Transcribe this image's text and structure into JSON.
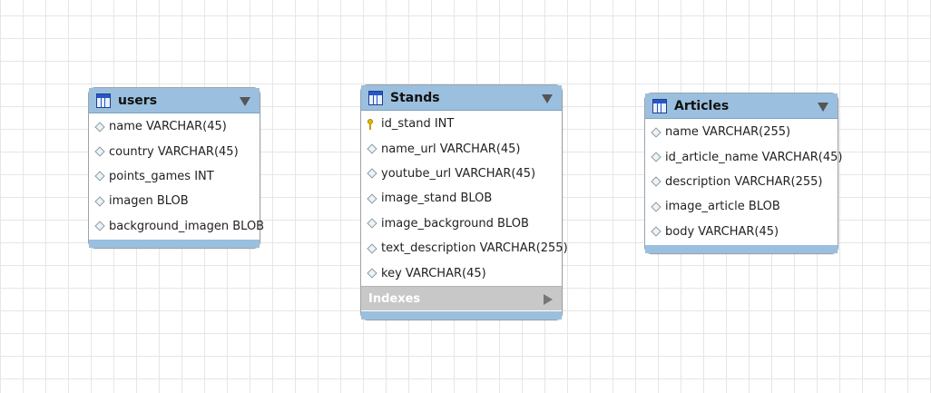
{
  "tables": {
    "users": {
      "title": "users",
      "columns": [
        "name VARCHAR(45)",
        "country VARCHAR(45)",
        "points_games INT",
        "imagen BLOB",
        "background_imagen BLOB"
      ]
    },
    "stands": {
      "title": "Stands",
      "columns": [
        "id_stand INT",
        "name_url VARCHAR(45)",
        "youtube_url VARCHAR(45)",
        "image_stand BLOB",
        "image_background BLOB",
        "text_description VARCHAR(255)",
        "key VARCHAR(45)"
      ],
      "indexes_label": "Indexes"
    },
    "articles": {
      "title": "Articles",
      "columns": [
        "name VARCHAR(255)",
        "id_article_name VARCHAR(45)",
        "description VARCHAR(255)",
        "image_article BLOB",
        "body VARCHAR(45)"
      ]
    }
  },
  "icons": {
    "table": "table-icon",
    "column": "column-diamond-icon",
    "primary_key": "key-icon",
    "collapse": "triangle-down-icon",
    "expand": "triangle-right-icon"
  },
  "colors": {
    "header": "#9bbfde",
    "indexes_bar": "#c8c8c8",
    "key": "#e4b700"
  }
}
